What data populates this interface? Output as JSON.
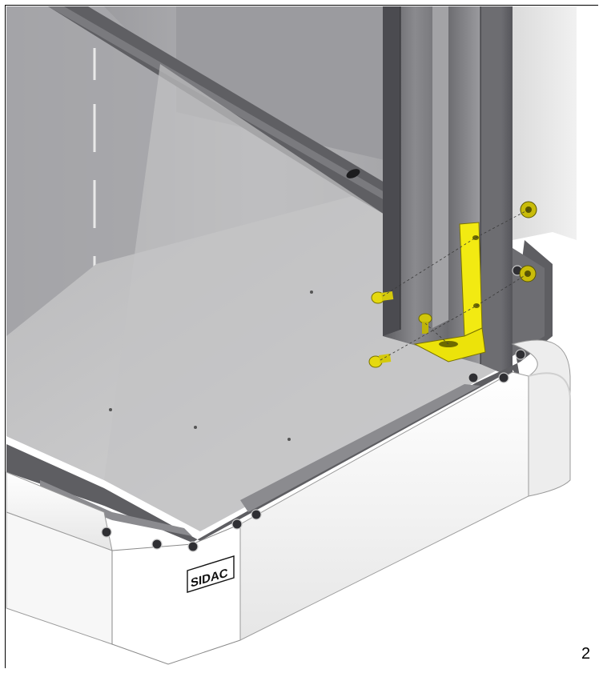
{
  "page": {
    "number": "2"
  },
  "figure": {
    "brand_plate": "SIDAC",
    "highlight_color": "#f2ea12",
    "frame_color": "#5e5e62",
    "panel_color": "#c9c9c9",
    "plinth_color": "#f4f4f4",
    "parts": [
      {
        "name": "corner-bracket",
        "color": "#f2ea12"
      },
      {
        "name": "bolt",
        "count": 3
      },
      {
        "name": "nut",
        "count": 2
      }
    ]
  }
}
